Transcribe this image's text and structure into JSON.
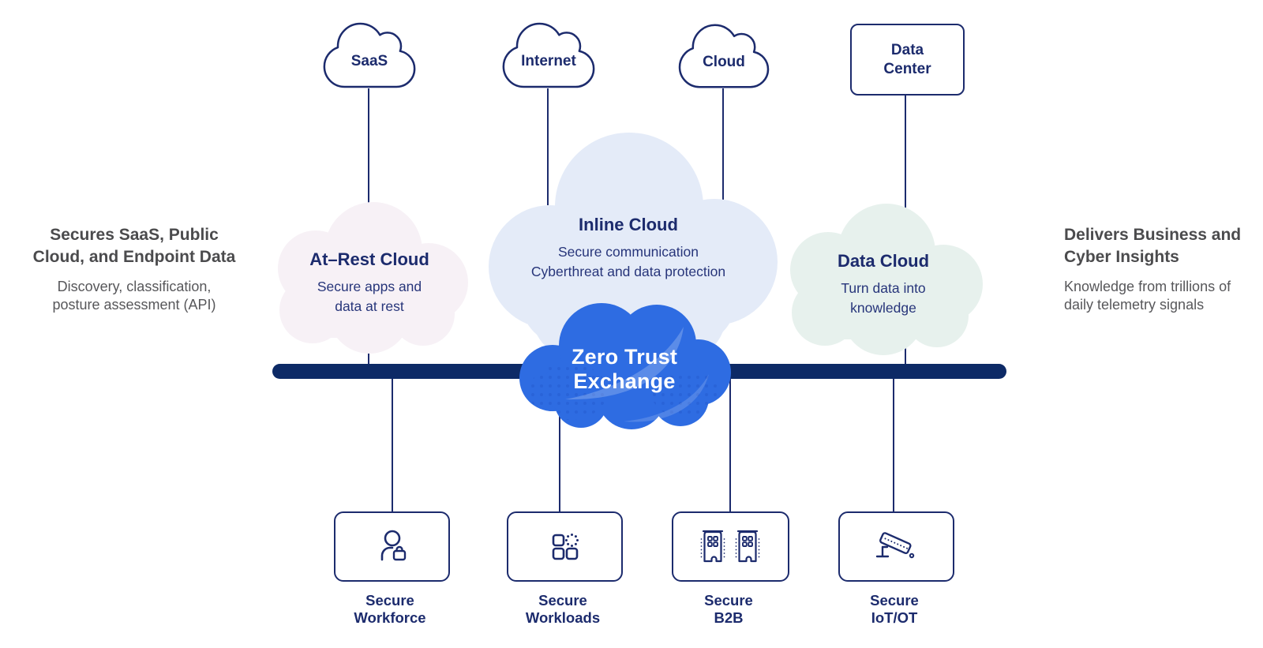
{
  "colors": {
    "navy": "#1c2b6d",
    "bar_navy": "#0d2a66",
    "exchange_blue": "#2e6ce2",
    "at_rest_cloud_fill": "#f7f1f6",
    "inline_cloud_fill": "#e4ebf8",
    "data_cloud_fill": "#e7f1ed",
    "note_title_gray": "#4b4b4d",
    "note_body_gray": "#57575a"
  },
  "top_nodes": [
    {
      "id": "saas",
      "shape": "cloud",
      "label": "SaaS"
    },
    {
      "id": "internet",
      "shape": "cloud",
      "label": "Internet"
    },
    {
      "id": "cloud",
      "shape": "cloud",
      "label": "Cloud"
    },
    {
      "id": "data-center",
      "shape": "rounded-rect",
      "label": "Data\nCenter"
    }
  ],
  "mid_clouds": [
    {
      "id": "at-rest",
      "title": "At–Rest Cloud",
      "body": "Secure apps and\ndata at rest"
    },
    {
      "id": "inline",
      "title": "Inline Cloud",
      "body": "Secure communication\nCyberthreat and data protection"
    },
    {
      "id": "data",
      "title": "Data Cloud",
      "body": "Turn data into\nknowledge"
    }
  ],
  "exchange": {
    "label": "Zero Trust\nExchange"
  },
  "bottom_nodes": [
    {
      "id": "workforce",
      "label": "Secure\nWorkforce",
      "icon": "person-badge-icon"
    },
    {
      "id": "workloads",
      "label": "Secure\nWorkloads",
      "icon": "app-grid-icon"
    },
    {
      "id": "b2b",
      "label": "Secure\nB2B",
      "icon": "buildings-icon"
    },
    {
      "id": "iot",
      "label": "Secure\nIoT/OT",
      "icon": "security-camera-icon"
    }
  ],
  "side_notes": {
    "left": {
      "title": "Secures SaaS, Public\nCloud, and Endpoint Data",
      "body": "Discovery, classification,\nposture assessment (API)"
    },
    "right": {
      "title": "Delivers Business and\nCyber Insights",
      "body": "Knowledge from trillions of\ndaily telemetry signals"
    }
  }
}
